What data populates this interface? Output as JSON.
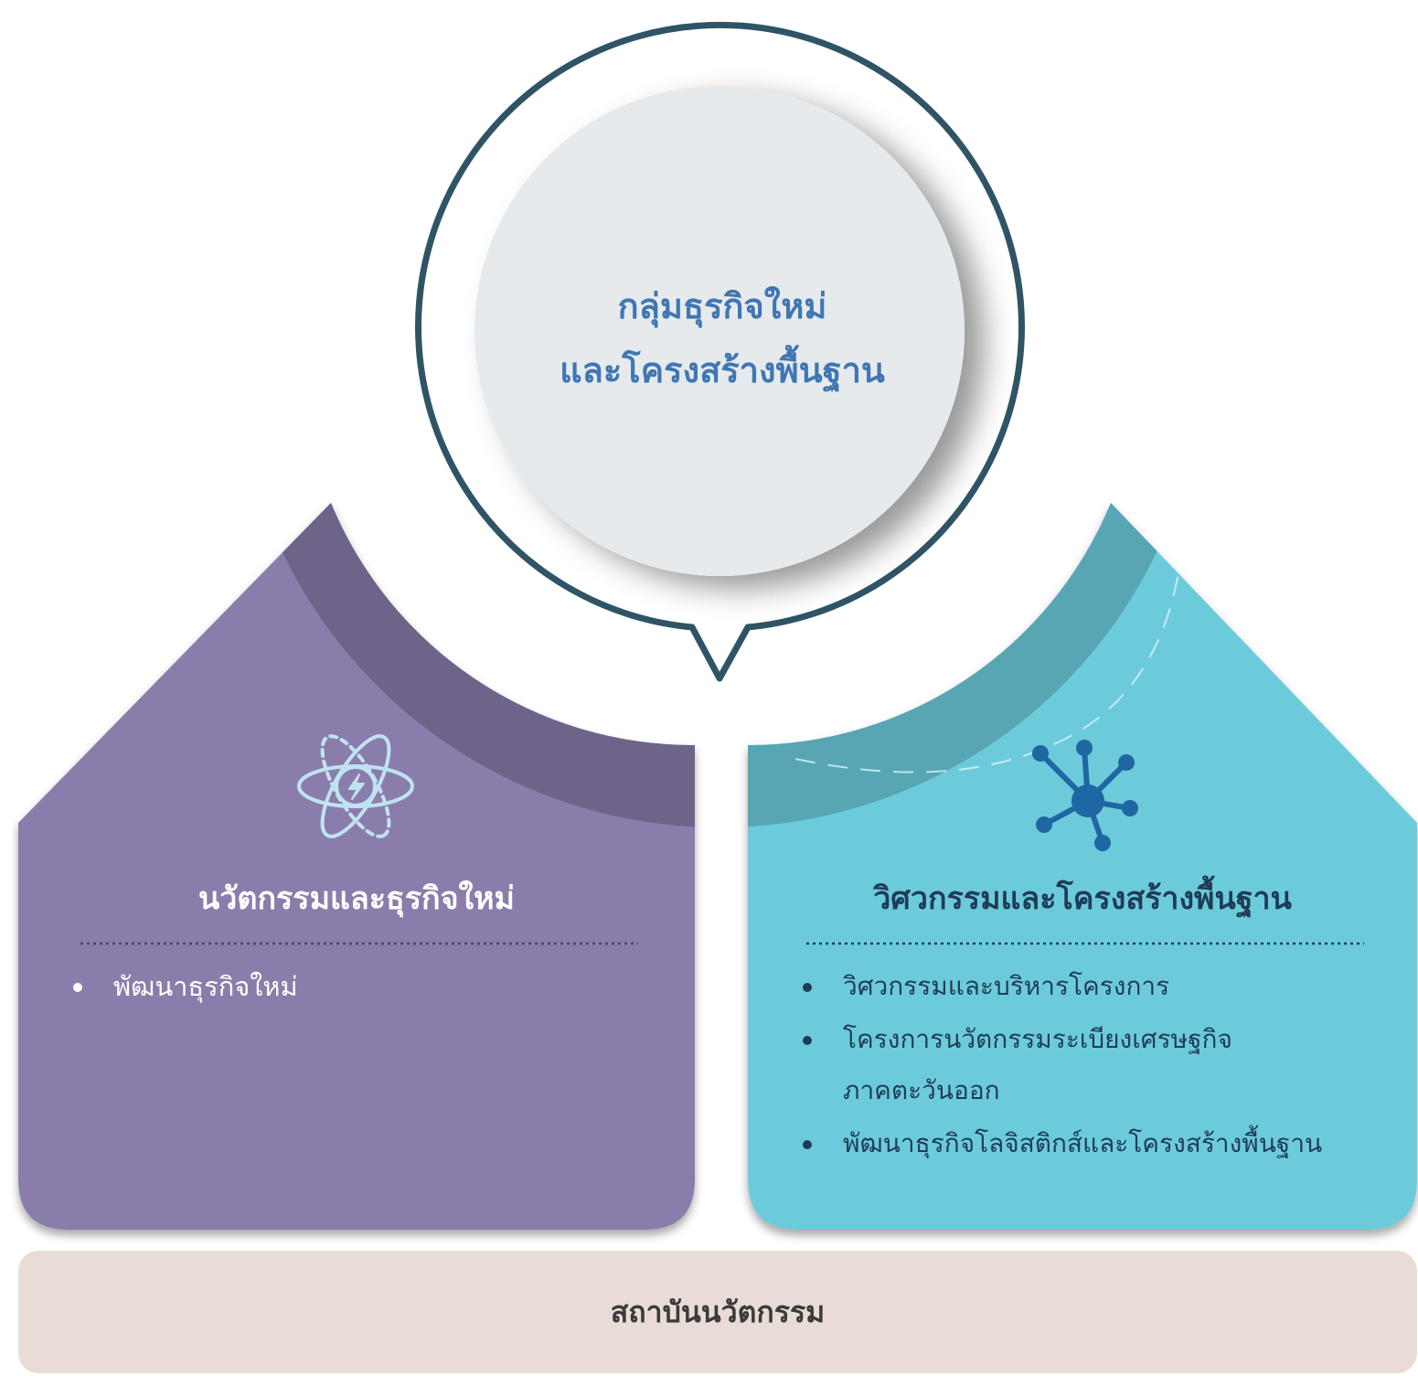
{
  "center": {
    "title_line1": "กลุ่มธุรกิจใหม่",
    "title_line2": "และโครงสร้างพื้นฐาน"
  },
  "left_panel": {
    "icon": "atom-lightning-icon",
    "title": "นวัตกรรมและธุรกิจใหม่",
    "items": [
      "พัฒนาธุรกิจใหม่"
    ]
  },
  "right_panel": {
    "icon": "network-nodes-icon",
    "title": "วิศวกรรมและโครงสร้างพื้นฐาน",
    "items": [
      "วิศวกรรมและบริหารโครงการ",
      "โครงการนวัตกรรมระเบียงเศรษฐกิจ",
      "ภาคตะวันออก",
      "พัฒนาธุรกิจโลจิสติกส์และโครงสร้างพื้นฐาน"
    ]
  },
  "bottom_bar": {
    "label": "สถาบันนวัตกรรม"
  },
  "colors": {
    "purple": "#8b7dab",
    "purple_dark": "#6e648a",
    "teal": "#6ccbdb",
    "teal_dark": "#58a5b3",
    "center_border": "#2f5466",
    "center_fill": "#e7eaec",
    "title_blue": "#3f77b3",
    "bar_fill": "#e9dcd6",
    "right_text": "#1f3c57",
    "left_text": "#ffffff",
    "bottom_text": "#3b3b3b",
    "icon_light": "#bfe3f1",
    "icon_blue": "#1f67a3"
  }
}
